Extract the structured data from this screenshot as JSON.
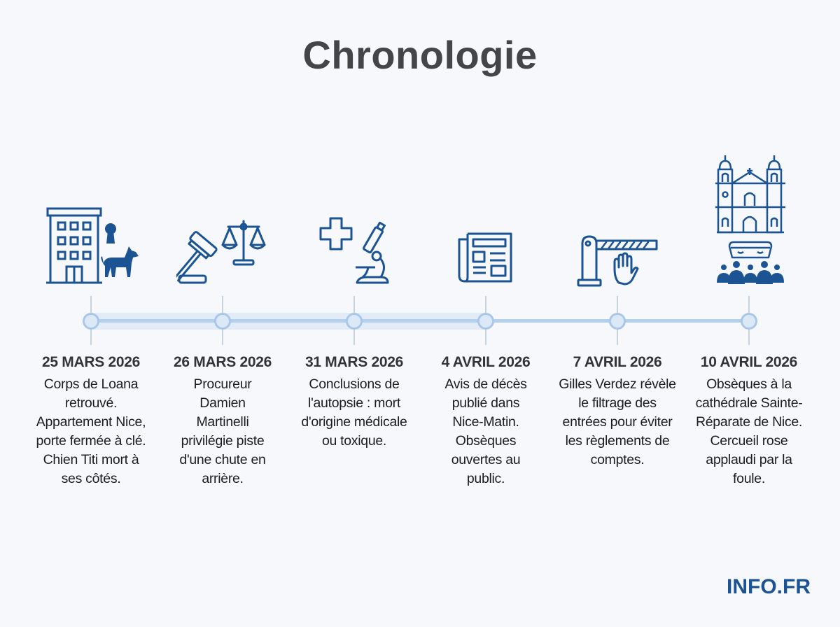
{
  "title": "Chronologie",
  "brand": "INFO.FR",
  "colors": {
    "icon_blue": "#1c5493",
    "timeline_line": "#b5d0ec",
    "timeline_band": "#e1ecf8",
    "node_fill": "#dbe9f7",
    "title_gray": "#444547"
  },
  "timeline": {
    "events": [
      {
        "date": "25 MARS 2026",
        "description": "Corps de Loana retrouvé. Appartement Nice, porte fermée à clé. Chien Titi mort à ses côtés.",
        "icon": "building-keyhole-dog-icon"
      },
      {
        "date": "26 MARS 2026",
        "description": "Procureur Damien Martinelli privilégie piste d'une chute en arrière.",
        "icon": "gavel-scales-icon"
      },
      {
        "date": "31 MARS 2026",
        "description": "Conclusions de l'autopsie : mort d'origine médicale ou toxique.",
        "icon": "medical-cross-microscope-icon"
      },
      {
        "date": "4 AVRIL 2026",
        "description": "Avis de décès publié dans Nice-Matin. Obsèques ouvertes au public.",
        "icon": "newspaper-icon"
      },
      {
        "date": "7 AVRIL 2026",
        "description": "Gilles Verdez révèle le filtrage des entrées pour éviter les règlements de comptes.",
        "icon": "barrier-hand-icon"
      },
      {
        "date": "10 AVRIL 2026",
        "description": "Obsèques à la cathédrale Sainte-Réparate de Nice. Cercueil rose applaudi par la foule.",
        "icon": "cathedral-coffin-crowd-icon"
      }
    ]
  }
}
